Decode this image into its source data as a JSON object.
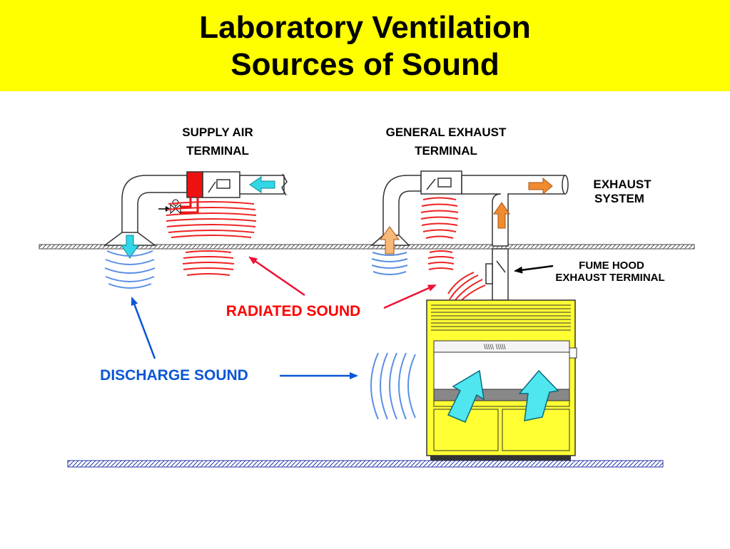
{
  "title": {
    "line1": "Laboratory Ventilation",
    "line2": "Sources of Sound"
  },
  "labels": {
    "supply_air_line1": "SUPPLY  AIR",
    "supply_air_line2": "TERMINAL",
    "general_exhaust_line1": "GENERAL  EXHAUST",
    "general_exhaust_line2": "TERMINAL",
    "exhaust_system_line1": "EXHAUST",
    "exhaust_system_line2": "SYSTEM",
    "fume_hood_line1": "FUME  HOOD",
    "fume_hood_line2": "EXHAUST  TERMINAL",
    "radiated_sound": "RADIATED   SOUND",
    "discharge_sound": "DISCHARGE  SOUND"
  },
  "colors": {
    "banner": "#ffff00",
    "radiated": "#ff0000",
    "discharge": "#0b56d6",
    "discharge_waves": "#5b8fe6",
    "supply_flow_arrow": "#33d6e6",
    "exhaust_flow_arrow": "#f28a30",
    "fume_hood_body": "#ffff33",
    "hood_airflow": "#4fe6f0",
    "supply_heater": "#ee1111"
  }
}
